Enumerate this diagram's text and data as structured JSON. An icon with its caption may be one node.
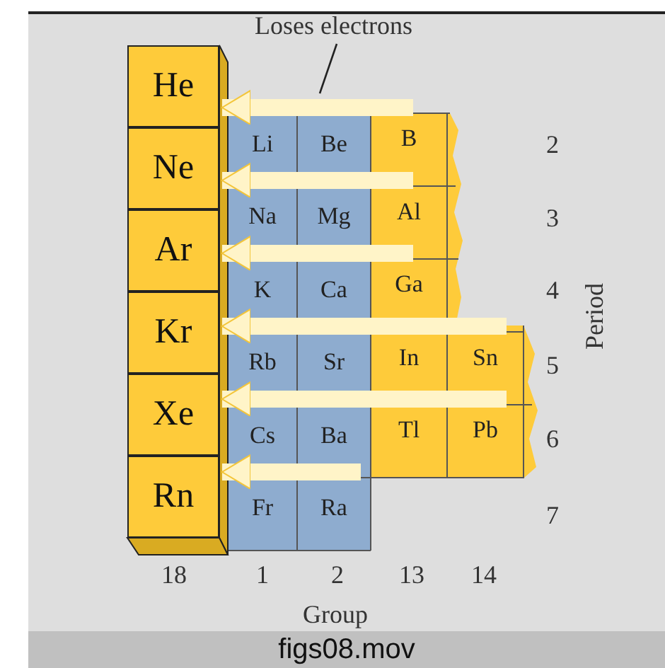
{
  "diagram": {
    "caption": "figs08.mov",
    "nodes": [
      {
        "text": [
          "Loses electrons"
        ]
      },
      {
        "text": [
          "He"
        ]
      },
      {
        "text": [
          "Ne"
        ]
      },
      {
        "text": [
          "Ar"
        ]
      },
      {
        "text": [
          "Kr"
        ]
      },
      {
        "text": [
          "Xe"
        ]
      },
      {
        "text": [
          "Rn"
        ]
      },
      {
        "text": [
          "Li"
        ]
      },
      {
        "text": [
          "Be"
        ]
      },
      {
        "text": [
          "B"
        ]
      },
      {
        "text": [
          "Na"
        ]
      },
      {
        "text": [
          "Mg"
        ]
      },
      {
        "text": [
          "Al"
        ]
      },
      {
        "text": [
          "K"
        ]
      },
      {
        "text": [
          "Ca"
        ]
      },
      {
        "text": [
          "Ga"
        ]
      },
      {
        "text": [
          "Rb"
        ]
      },
      {
        "text": [
          "Sr"
        ]
      },
      {
        "text": [
          "In"
        ]
      },
      {
        "text": [
          "Sn"
        ]
      },
      {
        "text": [
          "Cs"
        ]
      },
      {
        "text": [
          "Ba"
        ]
      },
      {
        "text": [
          "Tl"
        ]
      },
      {
        "text": [
          "Pb"
        ]
      },
      {
        "text": [
          "Fr"
        ]
      },
      {
        "text": [
          "Ra"
        ]
      }
    ],
    "edges": [
      {
        "from": 0,
        "to": null,
        "arrow": "none",
        "color": "#222222"
      },
      {
        "from": 9,
        "to": 1,
        "arrow": "to"
      },
      {
        "from": 12,
        "to": 2,
        "arrow": "to"
      },
      {
        "from": 15,
        "to": 3,
        "arrow": "to"
      },
      {
        "from": 19,
        "to": 4,
        "arrow": "to"
      },
      {
        "from": 23,
        "to": 5,
        "arrow": "to"
      },
      {
        "from": null,
        "to": 6,
        "arrow": "to"
      }
    ],
    "labels": [
      "2",
      "3",
      "4",
      "5",
      "6",
      "7",
      "Period",
      "18",
      "1",
      "2",
      "13",
      "14",
      "Group"
    ]
  }
}
